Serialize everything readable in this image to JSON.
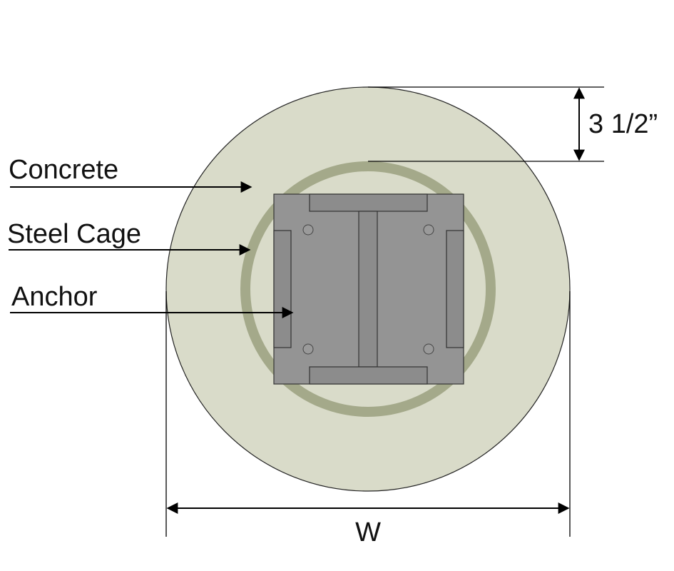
{
  "labels": {
    "concrete": "Concrete",
    "steel_cage": "Steel Cage",
    "anchor": "Anchor"
  },
  "dimensions": {
    "cover": "3 1/2”",
    "width": "W"
  },
  "colors": {
    "concrete_fill": "#d9dbc9",
    "cage_ring": "#a4a98a",
    "plate_fill": "#949494",
    "plate_dark": "#7a7a7a",
    "line": "#000000"
  }
}
